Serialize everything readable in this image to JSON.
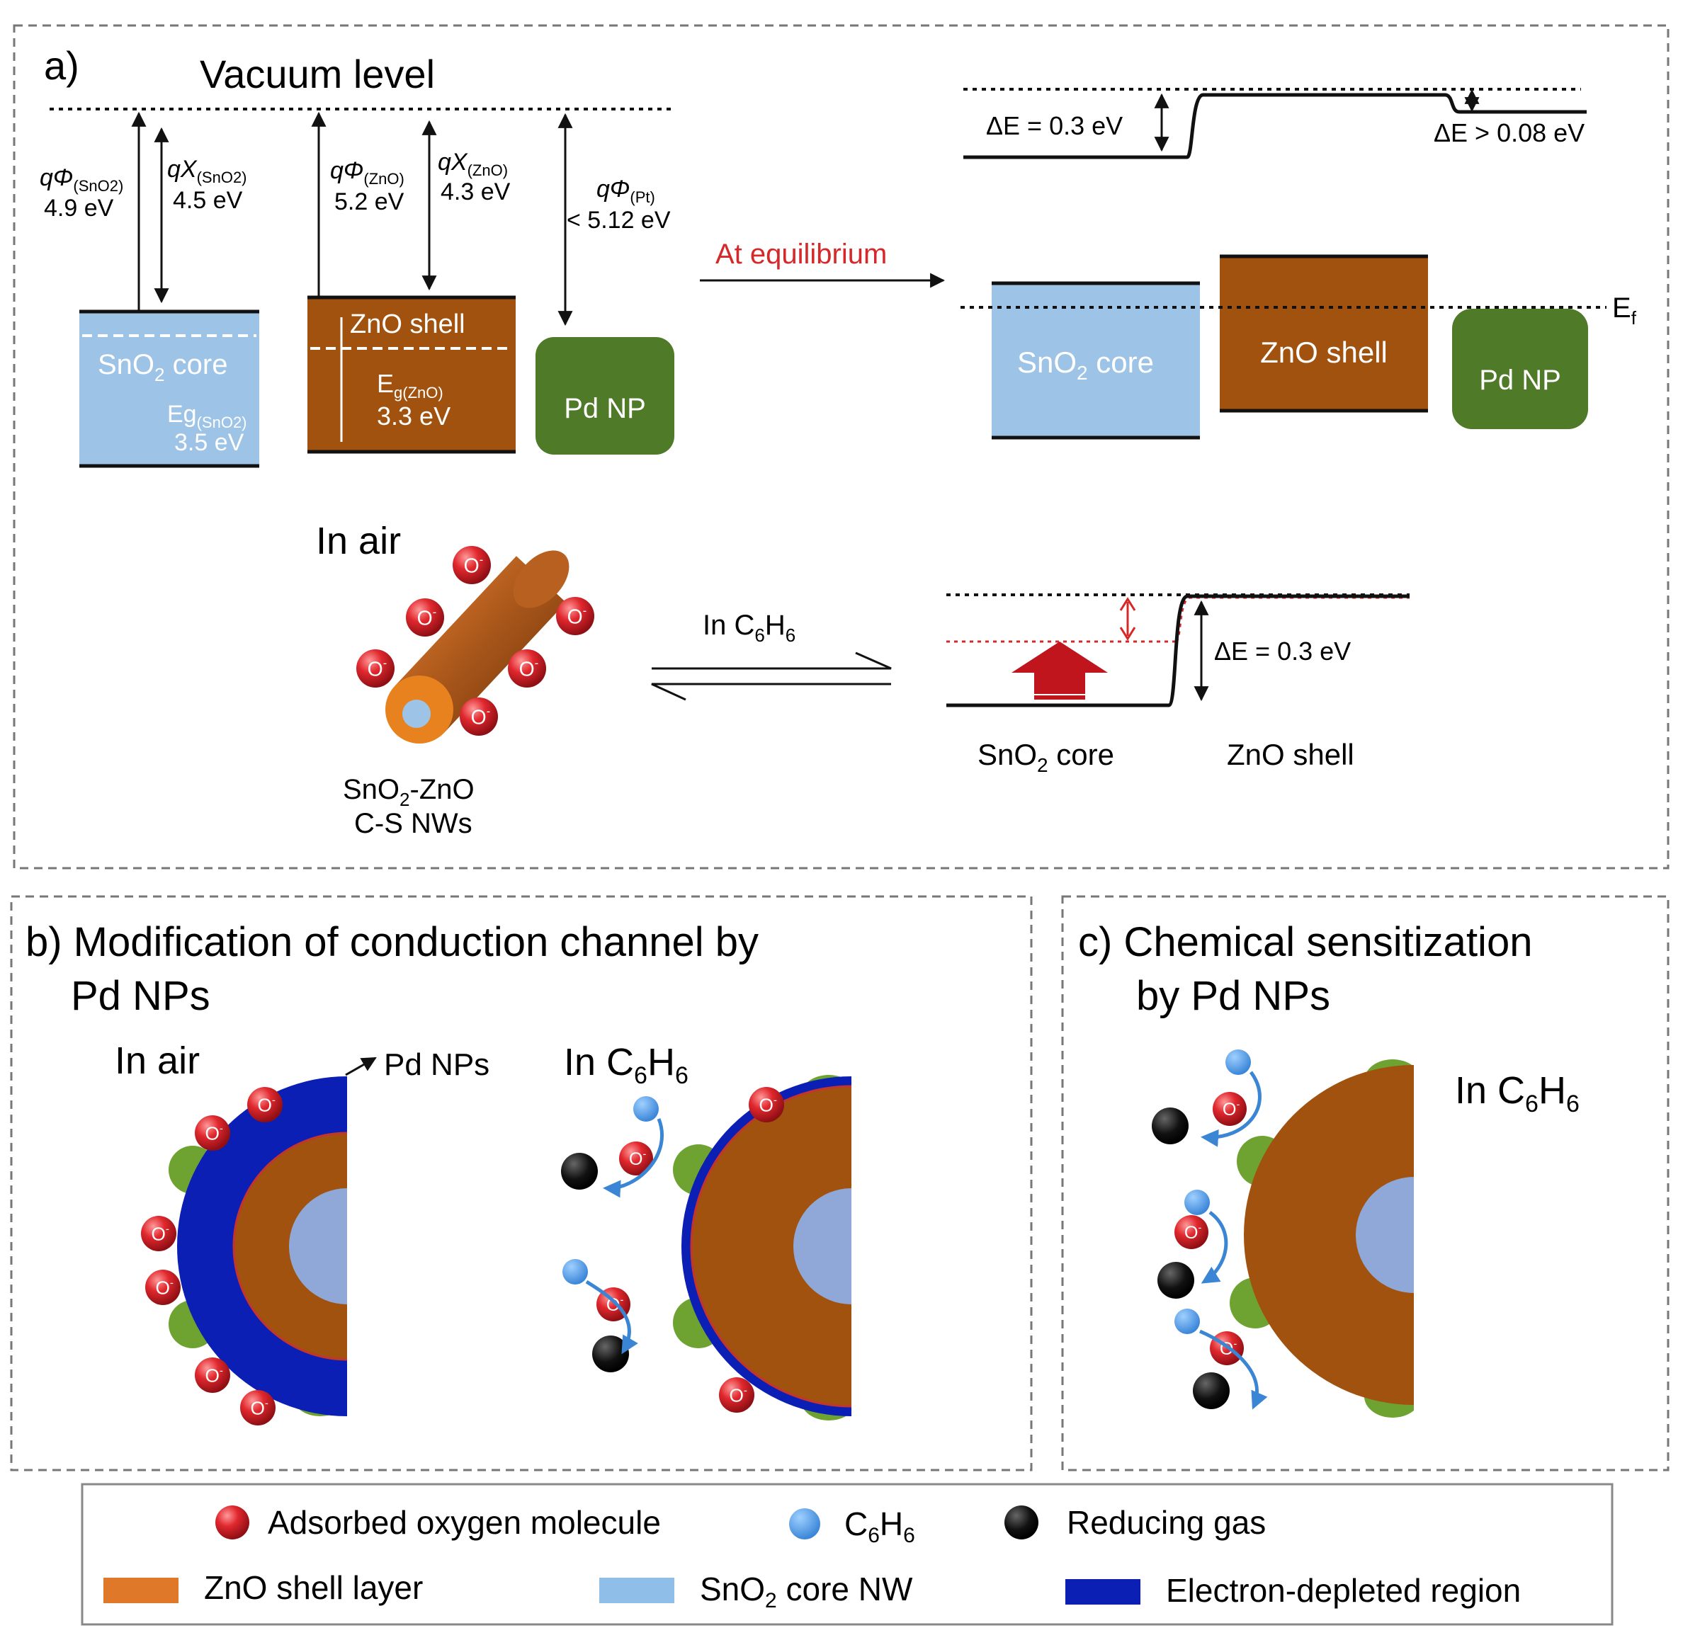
{
  "panel_a": {
    "label": "a)",
    "vacuum_level": "Vacuum level",
    "wf_sno2": {
      "name": "qΦ",
      "sub": "(SnO2)",
      "value": "4.9 eV"
    },
    "ea_sno2": {
      "name": "qX",
      "sub": "(SnO2)",
      "value": "4.5 eV"
    },
    "wf_zno": {
      "name": "qΦ",
      "sub": "(ZnO)",
      "value": "5.2 eV"
    },
    "ea_zno": {
      "name": "qX",
      "sub": "(ZnO)",
      "value": "4.3 eV"
    },
    "wf_pt": {
      "name": "qΦ",
      "sub": "(Pt)",
      "value": "< 5.12 eV"
    },
    "sno2_box": {
      "pre": "SnO",
      "sub": "2",
      "post": " core"
    },
    "sno2_gap": {
      "name": "Eg",
      "sub": "(SnO2)",
      "value": "3.5 eV"
    },
    "zno_box": "ZnO shell",
    "zno_gap": {
      "name": "E",
      "sub": "g(ZnO)",
      "value": "3.3 eV"
    },
    "pd_box": "Pd NP",
    "equilibrium": "At equilibrium",
    "de_left": "ΔE = 0.3 eV",
    "de_right": "ΔE > 0.08 eV",
    "ef": {
      "name": "E",
      "sub": "f"
    },
    "eq_sno2": {
      "pre": "SnO",
      "sub": "2",
      "post": " core"
    },
    "eq_zno": "ZnO shell",
    "eq_pd": "Pd NP",
    "in_air": "In air",
    "in_c6h6": {
      "a": "In C",
      "b": "6",
      "c": "H",
      "d": "6"
    },
    "nw_label": {
      "a": "SnO",
      "b": "2",
      "c": "-ZnO",
      "line2": "C-S NWs"
    },
    "o_label": "O",
    "de_bottom": "ΔE = 0.3 eV",
    "bottom_sno2": {
      "pre": "SnO",
      "sub": "2",
      "post": " core"
    },
    "bottom_zno": "ZnO shell"
  },
  "panel_b": {
    "title_line1": "b) Modification of conduction channel by",
    "title_line2": "Pd NPs",
    "in_air": "In air",
    "pd_nps": "Pd NPs",
    "in_c6h6": {
      "a": "In C",
      "b": "6",
      "c": "H",
      "d": "6"
    }
  },
  "panel_c": {
    "title_line1": "c) Chemical sensitization",
    "title_line2": "by Pd NPs",
    "in_c6h6": {
      "a": "In C",
      "b": "6",
      "c": "H",
      "d": "6"
    }
  },
  "legend": {
    "oxygen": "Adsorbed oxygen molecule",
    "c6h6": {
      "a": "C",
      "b": "6",
      "c": "H",
      "d": "6"
    },
    "reducing": "Reducing gas",
    "zno": "ZnO shell layer",
    "sno2": {
      "pre": "SnO",
      "sub": "2",
      "post": " core NW"
    },
    "depleted": "Electron-depleted region"
  },
  "colors": {
    "sno2": "#9dc3e6",
    "zno": "#a0520e",
    "pd": "#4f7a28",
    "depleted": "#0b1fb4",
    "oxygen": "#d8262e",
    "c6h6": "#4a90e2",
    "reducing": "#111111",
    "equilibrium_text": "#d62828"
  }
}
